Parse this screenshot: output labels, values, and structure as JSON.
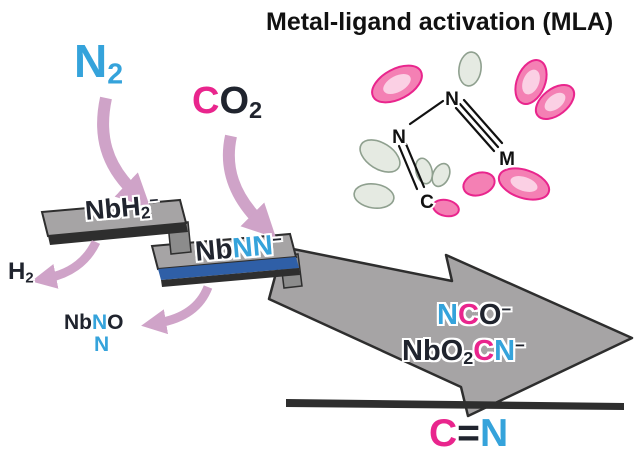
{
  "title": "Metal-ligand activation (MLA)",
  "colors": {
    "cyan": "#35A3DB",
    "magenta": "#E9258D",
    "ink": "#20242E",
    "black": "#111111",
    "arrow_gray": "#A6A4A5",
    "edge_dark": "#2E2E2E",
    "step_blue": "#2F5FA7",
    "pink_arrow": "#CFA3C8",
    "lobe_pink": "#F480B4",
    "lobe_pink_edge": "#E9258D",
    "lobe_green": "#E5EAE2",
    "lobe_green_edge": "#8FA08F"
  },
  "reactants": {
    "n2": {
      "symbol": "N",
      "subscript": "2"
    },
    "co2": {
      "c": "C",
      "o": "O",
      "subscript": "2"
    }
  },
  "intermediates": {
    "nbh2": {
      "prefix": "NbH",
      "subscript": "2",
      "charge": "−"
    },
    "nbnn": {
      "prefix": "Nb",
      "ligand": "NN",
      "charge": "−"
    }
  },
  "byproducts": {
    "h2": {
      "symbol": "H",
      "subscript": "2"
    },
    "nbno": {
      "prefix": "Nb",
      "n": "N",
      "o": "O"
    },
    "n_atom": "N"
  },
  "products": {
    "nco": {
      "n": "N",
      "c": "C",
      "o": "O",
      "charge": "−"
    },
    "nbo2cn": {
      "prefix": "NbO",
      "subscript": "2",
      "c": "C",
      "n": "N",
      "charge": "−"
    },
    "cn": {
      "c": "C",
      "bond": "=",
      "n": "N"
    }
  },
  "mla": {
    "n_top": "N",
    "n_left": "N",
    "m": "M",
    "c": "C"
  }
}
